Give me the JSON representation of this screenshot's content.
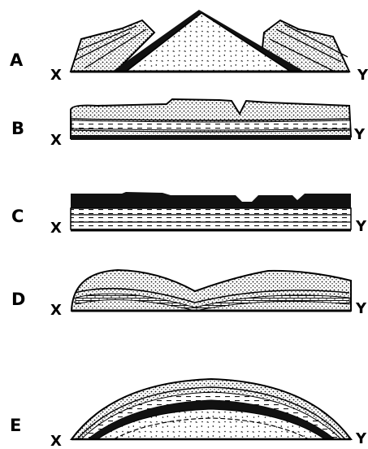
{
  "panels": [
    {
      "letter": "A",
      "left_end": "X",
      "right_end": "Y"
    },
    {
      "letter": "B",
      "left_end": "X",
      "right_end": "Y"
    },
    {
      "letter": "C",
      "left_end": "X",
      "right_end": "Y"
    },
    {
      "letter": "D",
      "left_end": "X",
      "right_end": "Y"
    },
    {
      "letter": "E",
      "left_end": "X",
      "right_end": "Y"
    }
  ],
  "colors": {
    "ink": "#000000",
    "paper": "#ffffff",
    "stipple": "#111111"
  }
}
